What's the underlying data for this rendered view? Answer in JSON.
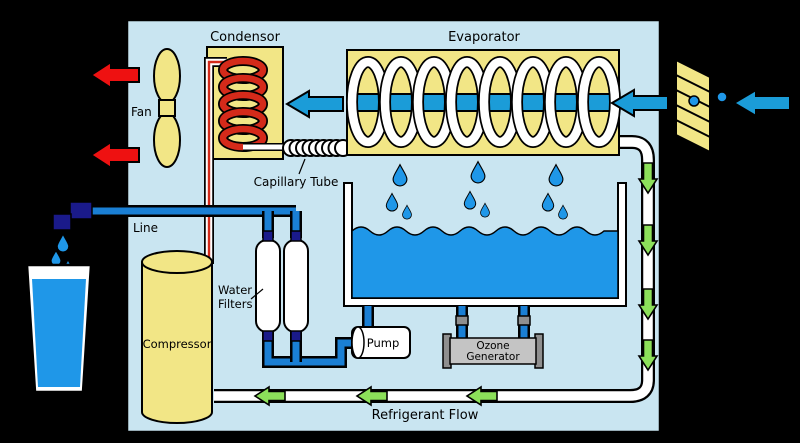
{
  "labels": {
    "condenser": "Condensor",
    "evaporator": "Evaporator",
    "fan": "Fan",
    "capillary_tube": "Capillary Tube",
    "line": "Line",
    "water_filters_1": "Water",
    "water_filters_2": "Filters",
    "compressor": "Compressor",
    "pump": "Pump",
    "ozone_1": "Ozone",
    "ozone_2": "Generator",
    "refrigerant_flow": "Refrigerant Flow"
  },
  "colors": {
    "background": "#000000",
    "panel": "#c9e5f1",
    "yellow": "#f2e686",
    "coil-red": "#d42a1a",
    "red-arrow": "#ee1111",
    "blue-arrow": "#1b9cd8",
    "green-arrow": "#8ce05a",
    "water": "#1f97e8",
    "pipe": "#1a7fd4",
    "navy": "#1a1a8a",
    "gray": "#c4c4c4",
    "gray-dark": "#8f8f8f"
  }
}
